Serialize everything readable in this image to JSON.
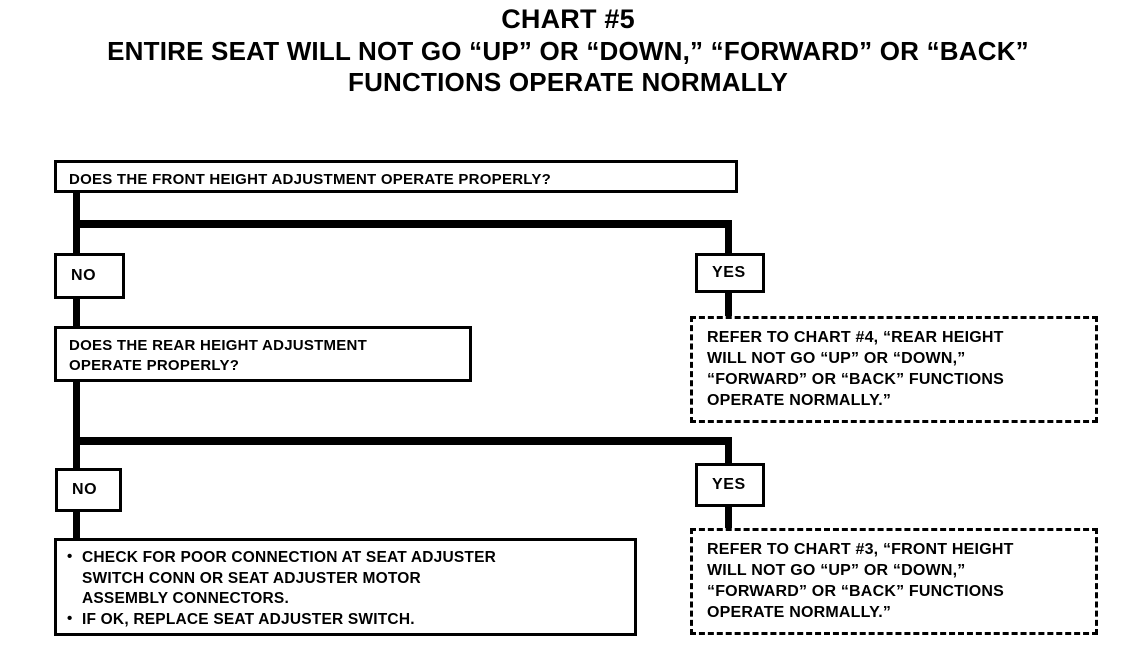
{
  "title": {
    "line1": "CHART #5",
    "line2": "ENTIRE SEAT WILL NOT GO “UP” OR “DOWN,” “FORWARD” OR “BACK”",
    "line3": "FUNCTIONS OPERATE NORMALLY"
  },
  "nodes": {
    "question1": "DOES THE FRONT HEIGHT ADJUSTMENT OPERATE PROPERLY?",
    "branch1_no": "NO",
    "branch1_yes": "YES",
    "question2": "DOES THE REAR HEIGHT ADJUSTMENT\nOPERATE PROPERLY?",
    "refer_chart4": "REFER TO CHART #4, “REAR HEIGHT\nWILL NOT GO “UP” OR “DOWN,”\n“FORWARD” OR “BACK” FUNCTIONS\nOPERATE NORMALLY.”",
    "branch2_no": "NO",
    "branch2_yes": "YES",
    "action_bullets": [
      "CHECK FOR POOR CONNECTION AT SEAT ADJUSTER\nSWITCH CONN OR SEAT ADJUSTER MOTOR\nASSEMBLY CONNECTORS.",
      "IF OK, REPLACE SEAT ADJUSTER SWITCH."
    ],
    "refer_chart3": "REFER TO CHART #3, “FRONT HEIGHT\nWILL NOT GO “UP” OR “DOWN,”\n“FORWARD” OR “BACK” FUNCTIONS\nOPERATE NORMALLY.”"
  },
  "colors": {
    "ink": "#000000",
    "paper": "#ffffff"
  },
  "chart_data": {
    "type": "diagram",
    "title": "CHART #5 — ENTIRE SEAT WILL NOT GO “UP” OR “DOWN,” “FORWARD” OR “BACK” FUNCTIONS OPERATE NORMALLY",
    "diagram_kind": "troubleshooting-flowchart",
    "nodes": [
      {
        "id": "q1",
        "kind": "decision",
        "text": "DOES THE FRONT HEIGHT ADJUSTMENT OPERATE PROPERLY?",
        "border": "solid"
      },
      {
        "id": "q1_no",
        "kind": "branch-label",
        "text": "NO",
        "border": "solid"
      },
      {
        "id": "q1_yes",
        "kind": "branch-label",
        "text": "YES",
        "border": "solid"
      },
      {
        "id": "q2",
        "kind": "decision",
        "text": "DOES THE REAR HEIGHT ADJUSTMENT OPERATE PROPERLY?",
        "border": "solid"
      },
      {
        "id": "ref4",
        "kind": "reference",
        "text": "REFER TO CHART #4, “REAR HEIGHT WILL NOT GO “UP” OR “DOWN,” “FORWARD” OR “BACK” FUNCTIONS OPERATE NORMALLY.”",
        "border": "dotted"
      },
      {
        "id": "q2_no",
        "kind": "branch-label",
        "text": "NO",
        "border": "solid"
      },
      {
        "id": "q2_yes",
        "kind": "branch-label",
        "text": "YES",
        "border": "solid"
      },
      {
        "id": "action",
        "kind": "action",
        "text": "CHECK FOR POOR CONNECTION AT SEAT ADJUSTER SWITCH CONN OR SEAT ADJUSTER MOTOR ASSEMBLY CONNECTORS. / IF OK, REPLACE SEAT ADJUSTER SWITCH.",
        "border": "solid"
      },
      {
        "id": "ref3",
        "kind": "reference",
        "text": "REFER TO CHART #3, “FRONT HEIGHT WILL NOT GO “UP” OR “DOWN,” “FORWARD” OR “BACK” FUNCTIONS OPERATE NORMALLY.”",
        "border": "dotted"
      }
    ],
    "edges": [
      {
        "from": "q1",
        "to": "q1_no",
        "label": "NO"
      },
      {
        "from": "q1",
        "to": "q1_yes",
        "label": "YES"
      },
      {
        "from": "q1_no",
        "to": "q2"
      },
      {
        "from": "q1_yes",
        "to": "ref4"
      },
      {
        "from": "q2",
        "to": "q2_no",
        "label": "NO"
      },
      {
        "from": "q2",
        "to": "q2_yes",
        "label": "YES"
      },
      {
        "from": "q2_no",
        "to": "action"
      },
      {
        "from": "q2_yes",
        "to": "ref3"
      }
    ]
  }
}
